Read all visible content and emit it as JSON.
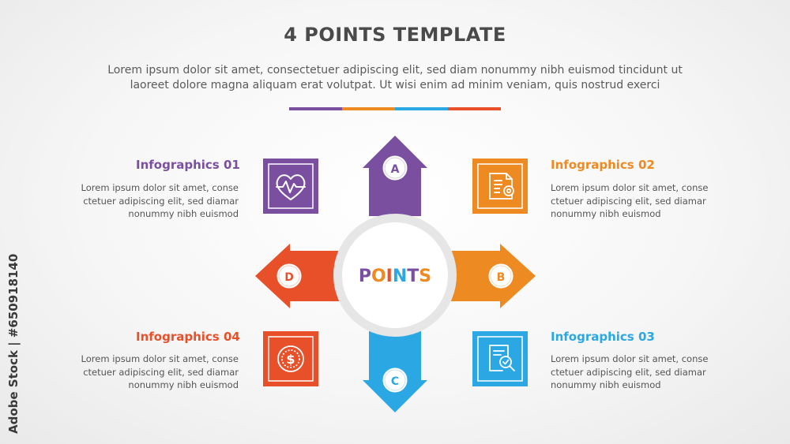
{
  "title": "4 POINTS TEMPLATE",
  "subtitle_line1": "Lorem ipsum dolor sit amet, consectetuer adipiscing elit, sed diam nonummy nibh euismod tincidunt ut",
  "subtitle_line2": "laoreet dolore magna aliquam erat volutpat. Ut wisi enim ad minim veniam, quis nostrud exerci",
  "colors": {
    "purple": "#7b4fa0",
    "orange": "#ee8a22",
    "blue": "#2ba8e3",
    "red": "#e8502a",
    "ring": "#e6e6e6"
  },
  "center": {
    "letters": [
      "P",
      "O",
      "I",
      "N",
      "T",
      "S"
    ]
  },
  "arrows": [
    {
      "letter": "A",
      "color": "purple"
    },
    {
      "letter": "B",
      "color": "orange"
    },
    {
      "letter": "C",
      "color": "blue"
    },
    {
      "letter": "D",
      "color": "red"
    }
  ],
  "items": [
    {
      "heading": "Infographics 01",
      "body": [
        "Lorem ipsum dolor sit amet, conse",
        "ctetuer adipiscing elit, sed diamar",
        "nonummy nibh euismod"
      ],
      "icon": "heartbeat-icon",
      "color": "purple"
    },
    {
      "heading": "Infographics 02",
      "body": [
        "Lorem ipsum dolor sit amet, conse",
        "ctetuer adipiscing elit, sed diamar",
        "nonummy nibh euismod"
      ],
      "icon": "document-settings-icon",
      "color": "orange"
    },
    {
      "heading": "Infographics 03",
      "body": [
        "Lorem ipsum dolor sit amet, conse",
        "ctetuer adipiscing elit, sed diamar",
        "nonummy nibh euismod"
      ],
      "icon": "document-search-icon",
      "color": "blue"
    },
    {
      "heading": "Infographics 04",
      "body": [
        "Lorem ipsum dolor sit amet, conse",
        "ctetuer adipiscing elit, sed diamar",
        "nonummy nibh euismod"
      ],
      "icon": "dollar-coin-icon",
      "color": "red"
    }
  ],
  "watermark": "Adobe Stock | #650918140"
}
